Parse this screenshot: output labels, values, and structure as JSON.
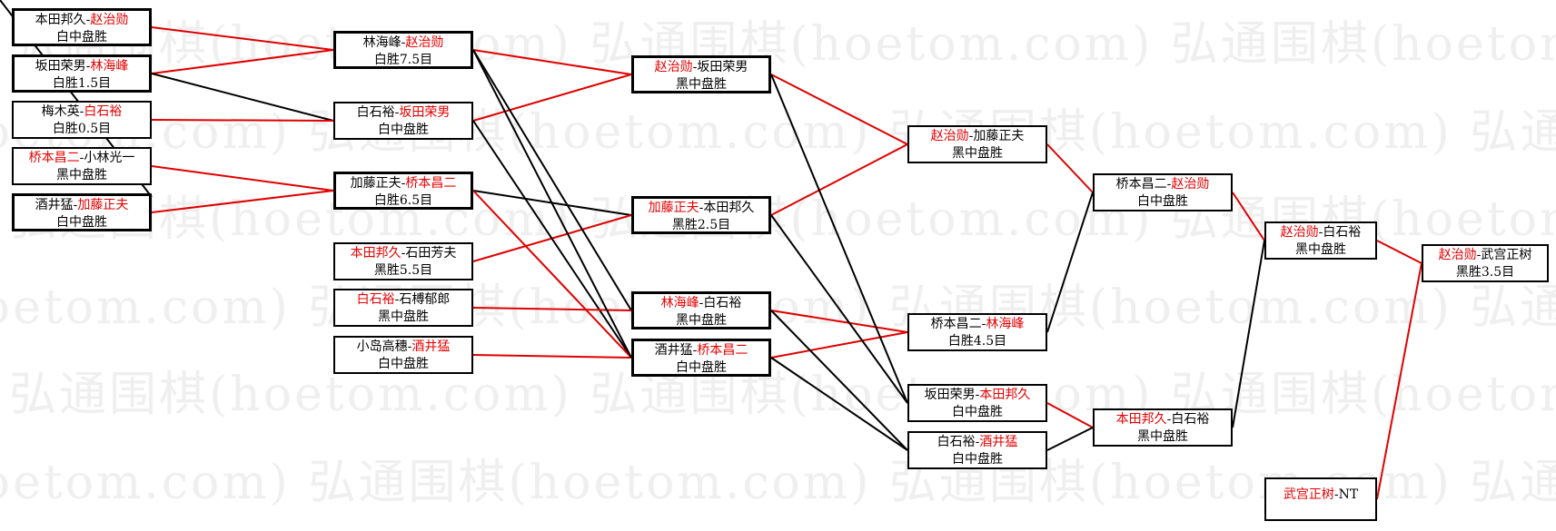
{
  "watermark": {
    "text": "弘通围棋(hoetom.com)"
  },
  "colors": {
    "winner_text": "#e60000",
    "winner_line": "#e00000",
    "loser_line": "#000000",
    "border": "#000000",
    "watermark": "#efefef"
  },
  "matches": [
    {
      "id": "r1m1",
      "p1": "本田邦久",
      "p2": "赵治勋",
      "winner": 2,
      "result": "白中盘胜"
    },
    {
      "id": "r1m2",
      "p1": "坂田荣男",
      "p2": "林海峰",
      "winner": 2,
      "result": "白胜1.5目"
    },
    {
      "id": "r1m3",
      "p1": "梅木英",
      "p2": "白石裕",
      "winner": 2,
      "result": "白胜0.5目"
    },
    {
      "id": "r1m4",
      "p1": "桥本昌二",
      "p2": "小林光一",
      "winner": 1,
      "result": "黑中盘胜"
    },
    {
      "id": "r1m5",
      "p1": "酒井猛",
      "p2": "加藤正夫",
      "winner": 2,
      "result": "白中盘胜"
    },
    {
      "id": "r2m1",
      "p1": "林海峰",
      "p2": "赵治勋",
      "winner": 2,
      "result": "白胜7.5目"
    },
    {
      "id": "r2m2",
      "p1": "白石裕",
      "p2": "坂田荣男",
      "winner": 2,
      "result": "白中盘胜"
    },
    {
      "id": "r2m3",
      "p1": "加藤正夫",
      "p2": "桥本昌二",
      "winner": 2,
      "result": "白胜6.5目"
    },
    {
      "id": "r2m4",
      "p1": "本田邦久",
      "p2": "石田芳夫",
      "winner": 1,
      "result": "黑胜5.5目"
    },
    {
      "id": "r2m5",
      "p1": "白石裕",
      "p2": "石榑郁郎",
      "winner": 1,
      "result": "黑中盘胜"
    },
    {
      "id": "r2m6",
      "p1": "小岛高穗",
      "p2": "酒井猛",
      "winner": 2,
      "result": "白中盘胜"
    },
    {
      "id": "r3m1",
      "p1": "赵治勋",
      "p2": "坂田荣男",
      "winner": 1,
      "result": "黑中盘胜"
    },
    {
      "id": "r3m2",
      "p1": "加藤正夫",
      "p2": "本田邦久",
      "winner": 1,
      "result": "黑胜2.5目"
    },
    {
      "id": "r3m3",
      "p1": "林海峰",
      "p2": "白石裕",
      "winner": 1,
      "result": "黑中盘胜"
    },
    {
      "id": "r3m4",
      "p1": "酒井猛",
      "p2": "桥本昌二",
      "winner": 2,
      "result": "白中盘胜"
    },
    {
      "id": "r4m1",
      "p1": "赵治勋",
      "p2": "加藤正夫",
      "winner": 1,
      "result": "黑中盘胜"
    },
    {
      "id": "r4m2",
      "p1": "桥本昌二",
      "p2": "林海峰",
      "winner": 2,
      "result": "白胜4.5目"
    },
    {
      "id": "r4m3",
      "p1": "坂田荣男",
      "p2": "本田邦久",
      "winner": 2,
      "result": "白中盘胜"
    },
    {
      "id": "r4m4",
      "p1": "白石裕",
      "p2": "酒井猛",
      "winner": 2,
      "result": "白中盘胜"
    },
    {
      "id": "r5m1",
      "p1": "桥本昌二",
      "p2": "赵治勋",
      "winner": 2,
      "result": "白中盘胜"
    },
    {
      "id": "r5m2",
      "p1": "本田邦久",
      "p2": "白石裕",
      "winner": 1,
      "result": "黑中盘胜"
    },
    {
      "id": "r6m1",
      "p1": "赵治勋",
      "p2": "白石裕",
      "winner": 1,
      "result": "黑中盘胜"
    },
    {
      "id": "r6m2",
      "p1": "武宫正树",
      "p2": "NT",
      "winner": 1,
      "result": ""
    },
    {
      "id": "r7m1",
      "p1": "赵治勋",
      "p2": "武宫正树",
      "winner": 1,
      "result": "黑胜3.5目"
    }
  ],
  "links": [
    {
      "from": "r1m1",
      "to": "r2m1",
      "kind": "win"
    },
    {
      "from": "r1m2",
      "to": "r2m1",
      "kind": "win"
    },
    {
      "from": "r1m2",
      "to": "r2m2",
      "kind": "lose"
    },
    {
      "from": "r1m3",
      "to": "r2m2",
      "kind": "win"
    },
    {
      "from": "r1m4",
      "to": "r2m3",
      "kind": "win"
    },
    {
      "from": "r1m5",
      "to": "r2m3",
      "kind": "win"
    },
    {
      "from": "r1m1",
      "to": "r1m5",
      "kind": "lose"
    },
    {
      "from": "r2m1",
      "to": "r3m1",
      "kind": "win"
    },
    {
      "from": "r2m2",
      "to": "r3m1",
      "kind": "win"
    },
    {
      "from": "r2m3",
      "to": "r3m2",
      "kind": "lose"
    },
    {
      "from": "r2m4",
      "to": "r3m2",
      "kind": "win"
    },
    {
      "from": "r2m1",
      "to": "r3m3",
      "kind": "lose"
    },
    {
      "from": "r2m2",
      "to": "r3m4",
      "kind": "lose"
    },
    {
      "from": "r2m5",
      "to": "r3m3",
      "kind": "win"
    },
    {
      "from": "r2m6",
      "to": "r3m4",
      "kind": "win"
    },
    {
      "from": "r2m3",
      "to": "r3m4",
      "kind": "win"
    },
    {
      "from": "r2m1",
      "to": "r3m4",
      "kind": "lose"
    },
    {
      "from": "r3m1",
      "to": "r4m1",
      "kind": "win"
    },
    {
      "from": "r3m2",
      "to": "r4m1",
      "kind": "win"
    },
    {
      "from": "r3m3",
      "to": "r4m2",
      "kind": "win"
    },
    {
      "from": "r3m4",
      "to": "r4m2",
      "kind": "win"
    },
    {
      "from": "r3m1",
      "to": "r4m3",
      "kind": "lose"
    },
    {
      "from": "r3m2",
      "to": "r4m3",
      "kind": "lose"
    },
    {
      "from": "r3m3",
      "to": "r4m4",
      "kind": "lose"
    },
    {
      "from": "r3m4",
      "to": "r4m4",
      "kind": "lose"
    },
    {
      "from": "r4m1",
      "to": "r5m1",
      "kind": "win"
    },
    {
      "from": "r4m2",
      "to": "r5m1",
      "kind": "lose"
    },
    {
      "from": "r4m3",
      "to": "r5m2",
      "kind": "win"
    },
    {
      "from": "r4m4",
      "to": "r5m2",
      "kind": "lose"
    },
    {
      "from": "r5m1",
      "to": "r6m1",
      "kind": "win"
    },
    {
      "from": "r5m2",
      "to": "r6m1",
      "kind": "lose"
    },
    {
      "from": "r6m1",
      "to": "r7m1",
      "kind": "win"
    },
    {
      "from": "r6m2",
      "to": "r7m1",
      "kind": "win"
    }
  ]
}
